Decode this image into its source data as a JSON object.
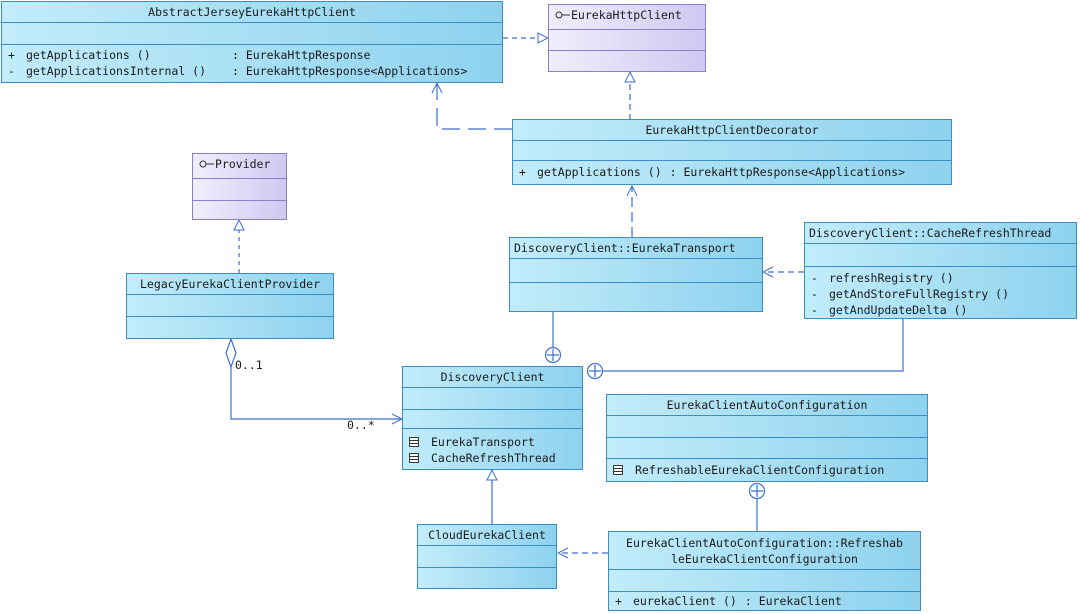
{
  "classes": {
    "abstract_jersey": {
      "name": "AbstractJerseyEurekaHttpClient",
      "methods": [
        {
          "vis": "+",
          "name": "getApplications ()",
          "type": ": EurekaHttpResponse"
        },
        {
          "vis": "-",
          "name": "getApplicationsInternal ()",
          "type": ": EurekaHttpResponse<Applications>"
        }
      ]
    },
    "eureka_http_client": {
      "name": "EurekaHttpClient"
    },
    "decorator": {
      "name": "EurekaHttpClientDecorator",
      "methods": [
        {
          "vis": "+",
          "name": "getApplications ()",
          "type": ": EurekaHttpResponse<Applications>"
        }
      ]
    },
    "provider": {
      "name": "Provider"
    },
    "legacy_provider": {
      "name": "LegacyEurekaClientProvider"
    },
    "eureka_transport": {
      "name": "DiscoveryClient::EurekaTransport"
    },
    "cache_refresh": {
      "name": "DiscoveryClient::CacheRefreshThread",
      "methods": [
        {
          "vis": "-",
          "name": "refreshRegistry ()",
          "type": ""
        },
        {
          "vis": "-",
          "name": "getAndStoreFullRegistry ()",
          "type": ""
        },
        {
          "vis": "-",
          "name": "getAndUpdateDelta ()",
          "type": ""
        }
      ]
    },
    "discovery_client": {
      "name": "DiscoveryClient",
      "nested": [
        "EurekaTransport",
        "CacheRefreshThread"
      ]
    },
    "auto_config": {
      "name": "EurekaClientAutoConfiguration",
      "nested": [
        "RefreshableEurekaClientConfiguration"
      ]
    },
    "cloud_client": {
      "name": "CloudEurekaClient"
    },
    "refreshable_config": {
      "name_line1": "EurekaClientAutoConfiguration::Refreshab",
      "name_line2": "leEurekaClientConfiguration",
      "methods": [
        {
          "vis": "+",
          "name": "eurekaClient ()",
          "type": ": EurekaClient"
        }
      ]
    }
  },
  "multiplicities": {
    "provider_end": "0..1",
    "client_end": "0..*"
  },
  "colors": {
    "class_fill": "#a8dcf2",
    "interface_fill": "#ddd8f8",
    "line": "#3f6fd0"
  }
}
